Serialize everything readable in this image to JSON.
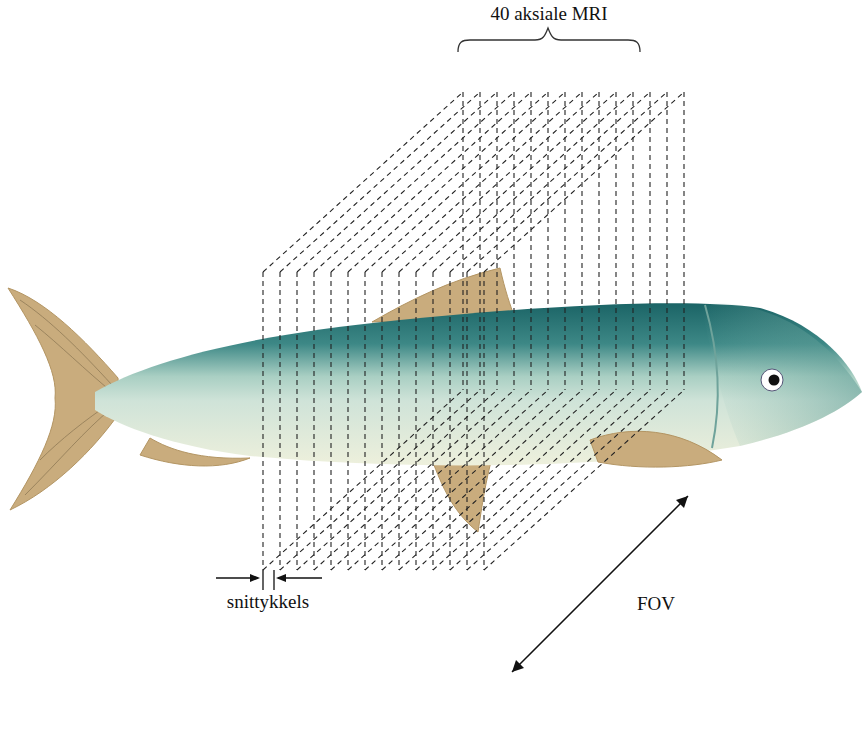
{
  "diagram": {
    "labels": [
      "40 aksiale MRI",
      "FOV",
      "snittykkels"
    ]
  }
}
